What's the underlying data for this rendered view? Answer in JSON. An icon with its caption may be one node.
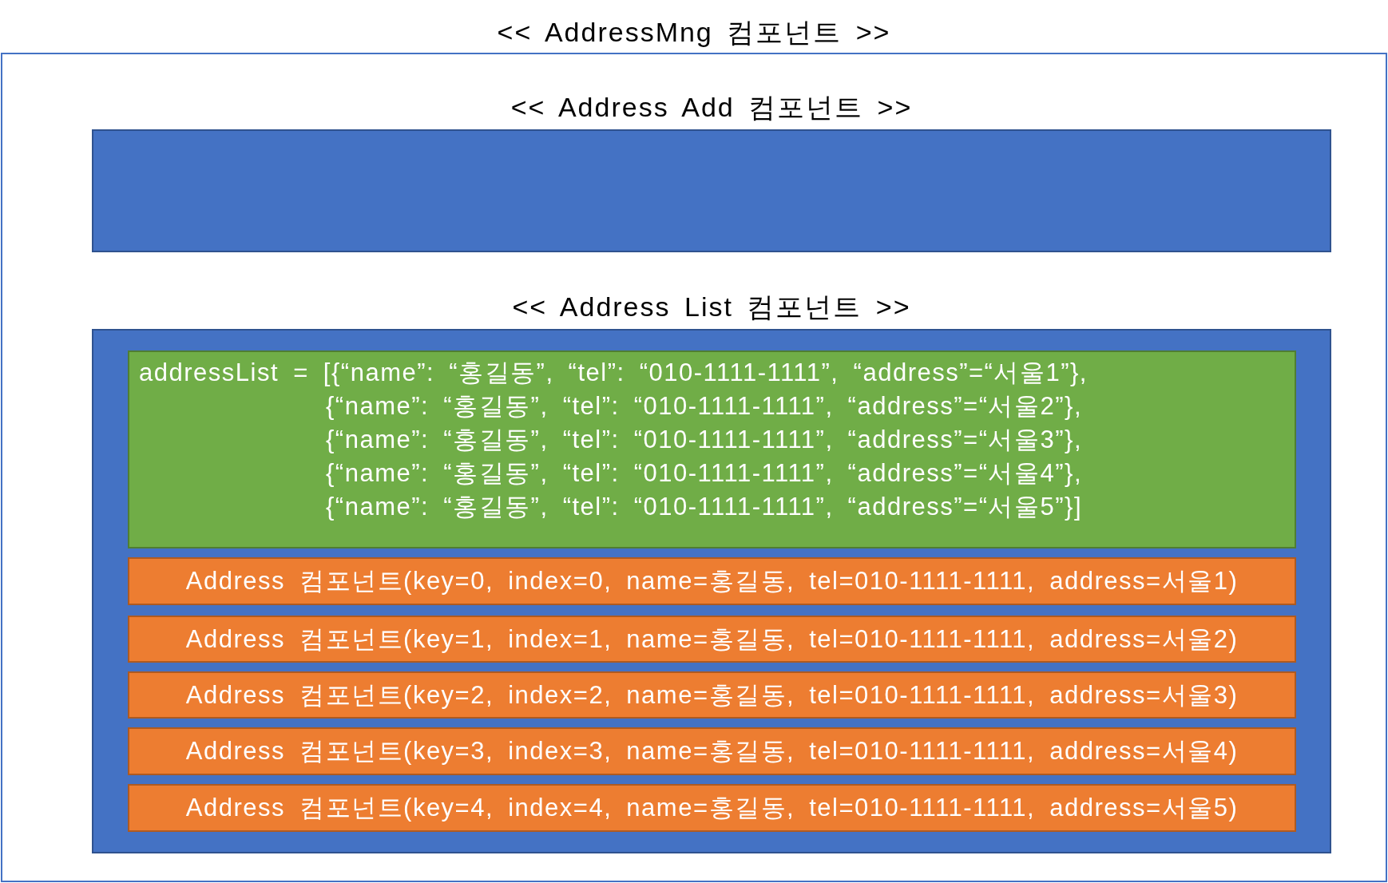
{
  "diagram": {
    "nodes": [
      {
        "text": [
          "<< AddressMng 컴포넌트 >>"
        ]
      },
      {
        "text": [
          "<< Address Add 컴포넌트 >>"
        ],
        "in": 0
      },
      {
        "text": [
          "<< Address List 컴포넌트 >>"
        ],
        "in": 0
      },
      {
        "text": [
          "addressList = [{“name”: “홍길동”, “tel”: “010-1111-1111”, “address”=“서울1”},",
          "{“name”: “홍길동”, “tel”: “010-1111-1111”, “address”=“서울2”},",
          "{“name”: “홍길동”, “tel”: “010-1111-1111”, “address”=“서울3”},",
          "{“name”: “홍길동”, “tel”: “010-1111-1111”, “address”=“서울4”},",
          "{“name”: “홍길동”, “tel”: “010-1111-1111”, “address”=“서울5”}]"
        ],
        "in": 2
      },
      {
        "text": [
          "Address 컴포넌트(key=0, index=0, name=홍길동, tel=010-1111-1111, address=서울1)"
        ],
        "in": 2
      },
      {
        "text": [
          "Address 컴포넌트(key=1, index=1, name=홍길동, tel=010-1111-1111, address=서울2)"
        ],
        "in": 2
      },
      {
        "text": [
          "Address 컴포넌트(key=2, index=2, name=홍길동, tel=010-1111-1111, address=서울3)"
        ],
        "in": 2
      },
      {
        "text": [
          "Address 컴포넌트(key=3, index=3, name=홍길동, tel=010-1111-1111, address=서울4)"
        ],
        "in": 2
      },
      {
        "text": [
          "Address 컴포넌트(key=4, index=4, name=홍길동, tel=010-1111-1111, address=서울5)"
        ],
        "in": 2
      }
    ]
  }
}
